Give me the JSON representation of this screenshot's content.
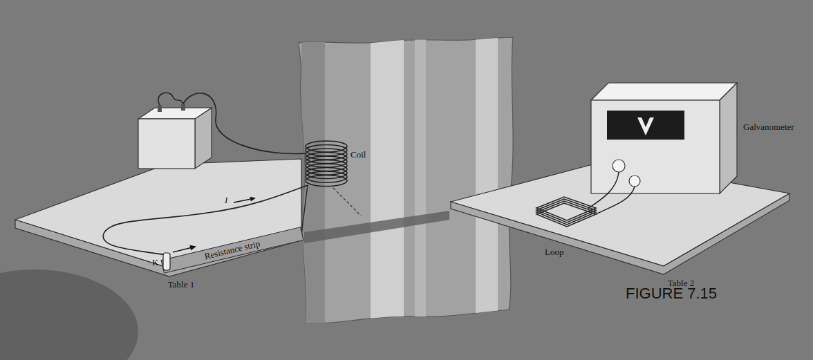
{
  "diagram": {
    "caption": "FIGURE 7.15",
    "nodes": [
      {
        "text": [
          "Table 1"
        ]
      },
      {
        "text": [
          "Resistance strip"
        ],
        "in": 0
      },
      {
        "text": [
          "Table 2"
        ]
      },
      {
        "text": [
          "Galvanometer"
        ],
        "in": 2
      }
    ],
    "labels": [
      "I",
      "K",
      "Coil",
      "Loop"
    ]
  }
}
